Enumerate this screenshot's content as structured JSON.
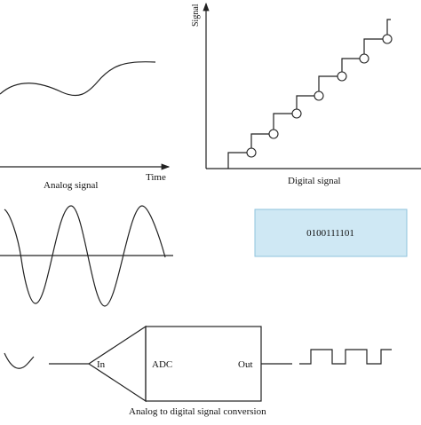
{
  "panels": {
    "analog": {
      "caption": "Analog signal",
      "x_axis_label": "Time"
    },
    "digital": {
      "caption": "Digital signal",
      "y_axis_label": "Signal"
    },
    "binary": {
      "code": "0100111101",
      "box_color": "#cfe8f4"
    },
    "conversion": {
      "caption": "Analog to digital signal conversion",
      "block_label": "ADC",
      "input_label": "In",
      "output_label": "Out"
    }
  }
}
